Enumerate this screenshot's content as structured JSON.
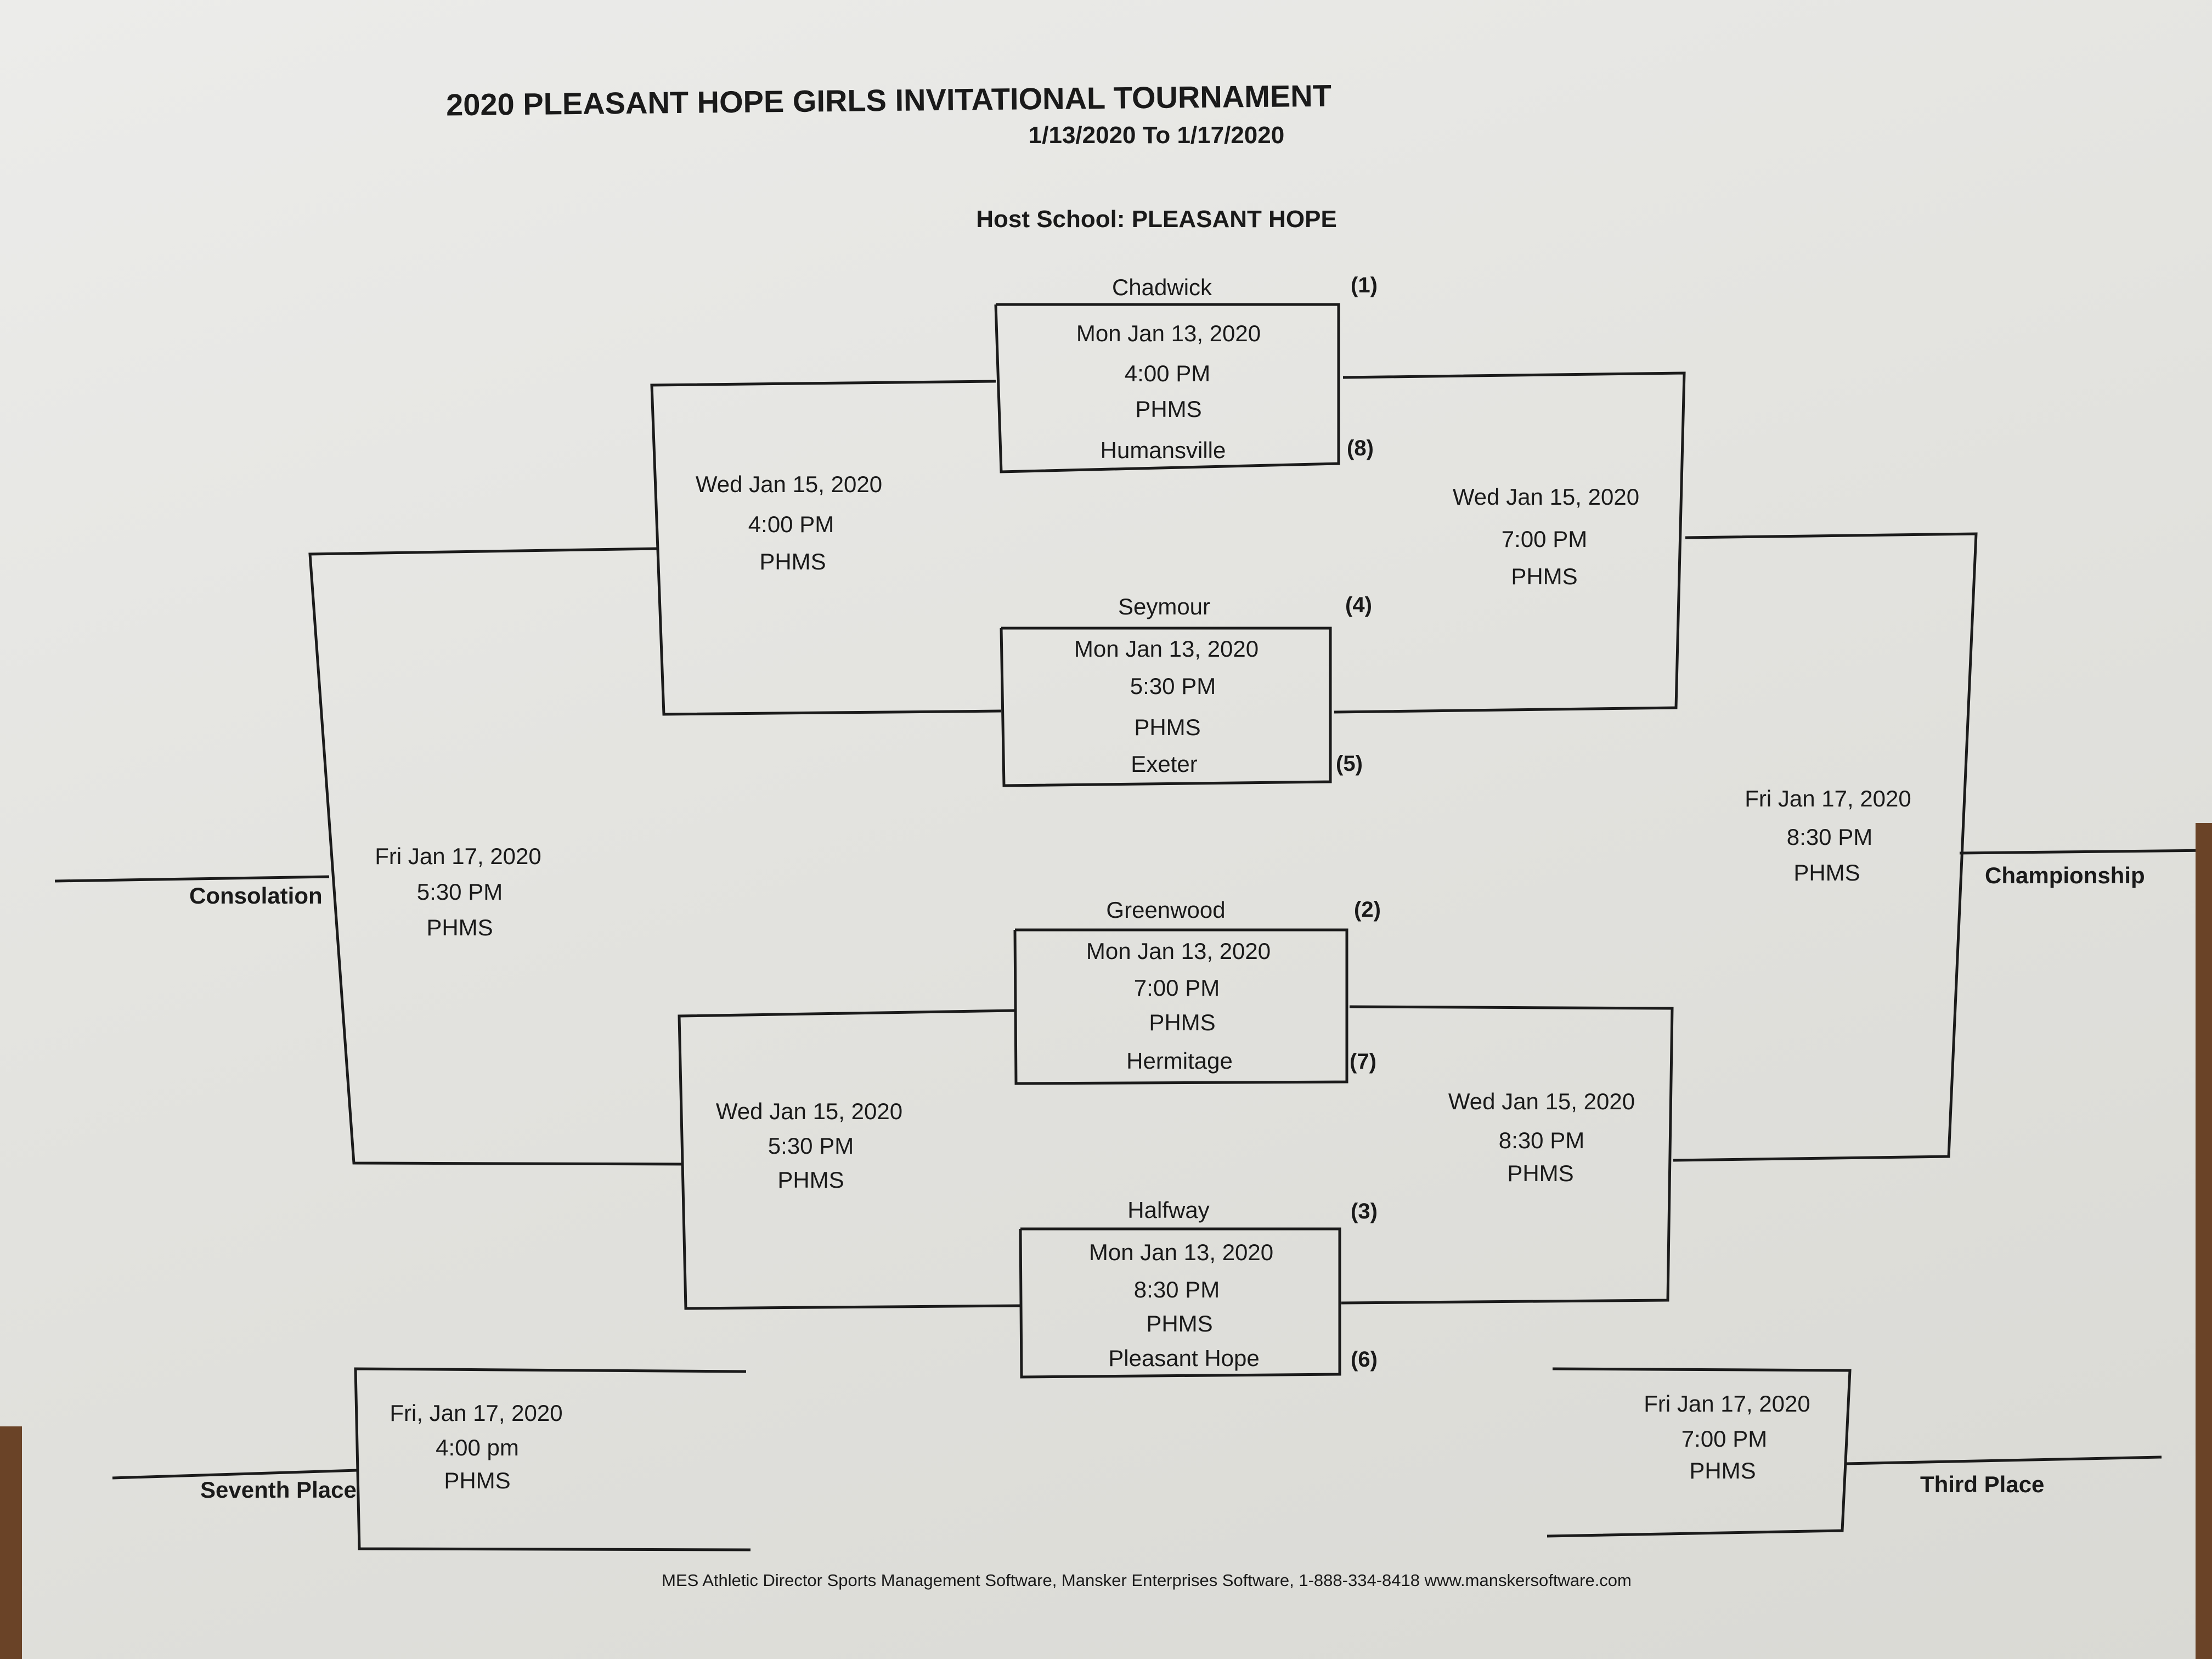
{
  "title": "2020 PLEASANT HOPE GIRLS INVITATIONAL TOURNAMENT",
  "dates": "1/13/2020 To 1/17/2020",
  "host": "Host School:  PLEASANT HOPE",
  "first_round": [
    {
      "top_team": "Chadwick",
      "top_seed": "(1)",
      "bottom_team": "Humansville",
      "bottom_seed": "(8)",
      "date": "Mon Jan 13, 2020",
      "time": "4:00 PM",
      "site": "PHMS"
    },
    {
      "top_team": "Seymour",
      "top_seed": "(4)",
      "bottom_team": "Exeter",
      "bottom_seed": "(5)",
      "date": "Mon Jan 13, 2020",
      "time": "5:30 PM",
      "site": "PHMS"
    },
    {
      "top_team": "Greenwood",
      "top_seed": "(2)",
      "bottom_team": "Hermitage",
      "bottom_seed": "(7)",
      "date": "Mon Jan 13, 2020",
      "time": "7:00 PM",
      "site": "PHMS"
    },
    {
      "top_team": "Halfway",
      "top_seed": "(3)",
      "bottom_team": "Pleasant Hope",
      "bottom_seed": "(6)",
      "date": "Mon Jan 13, 2020",
      "time": "8:30 PM",
      "site": "PHMS"
    }
  ],
  "consolation_semis": [
    {
      "date": "Wed Jan 15, 2020",
      "time": "4:00 PM",
      "site": "PHMS"
    },
    {
      "date": "Wed Jan 15, 2020",
      "time": "5:30 PM",
      "site": "PHMS"
    }
  ],
  "winner_semis": [
    {
      "date": "Wed Jan 15, 2020",
      "time": "7:00 PM",
      "site": "PHMS"
    },
    {
      "date": "Wed Jan 15, 2020",
      "time": "8:30 PM",
      "site": "PHMS"
    }
  ],
  "consolation_final": {
    "date": "Fri Jan 17, 2020",
    "time": "5:30 PM",
    "site": "PHMS",
    "label": "Consolation"
  },
  "championship": {
    "date": "Fri Jan 17, 2020",
    "time": "8:30 PM",
    "site": "PHMS",
    "label": "Championship"
  },
  "seventh_place": {
    "date": "Fri, Jan 17, 2020",
    "time": "4:00 pm",
    "site": "PHMS",
    "label": "Seventh Place"
  },
  "third_place": {
    "date": "Fri Jan 17, 2020",
    "time": "7:00 PM",
    "site": "PHMS",
    "label": "Third Place"
  },
  "footer": "MES Athletic Director Sports Management Software, Mansker Enterprises Software, 1-888-334-8418   www.manskersoftware.com"
}
